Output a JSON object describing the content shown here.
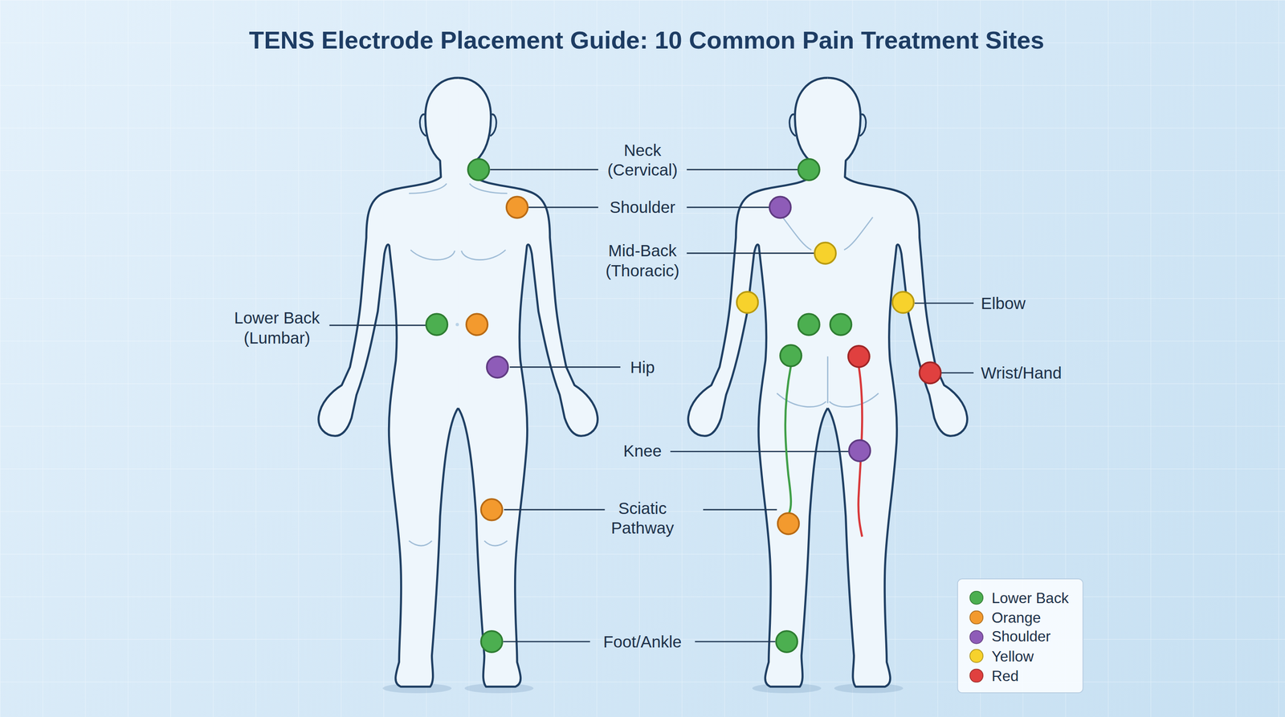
{
  "diagram": {
    "title": "TENS Electrode Placement Guide: 10 Common Pain Treatment Sites",
    "labels": [
      "Neck (Cervical)",
      "Shoulder",
      "Mid-Back (Thoracic)",
      "Elbow",
      "Lower Back (Lumbar)",
      "Hip",
      "Wrist/Hand",
      "Knee",
      "Sciatic Pathway",
      "Foot/Ankle"
    ],
    "legend": [
      {
        "text": "Lower Back",
        "color": "#4caf50"
      },
      {
        "text": "Orange",
        "color": "#f39a2e"
      },
      {
        "text": "Shoulder",
        "color": "#8e5cb8"
      },
      {
        "text": "Yellow",
        "color": "#f7d22c"
      },
      {
        "text": "Red",
        "color": "#e0403f"
      }
    ]
  }
}
